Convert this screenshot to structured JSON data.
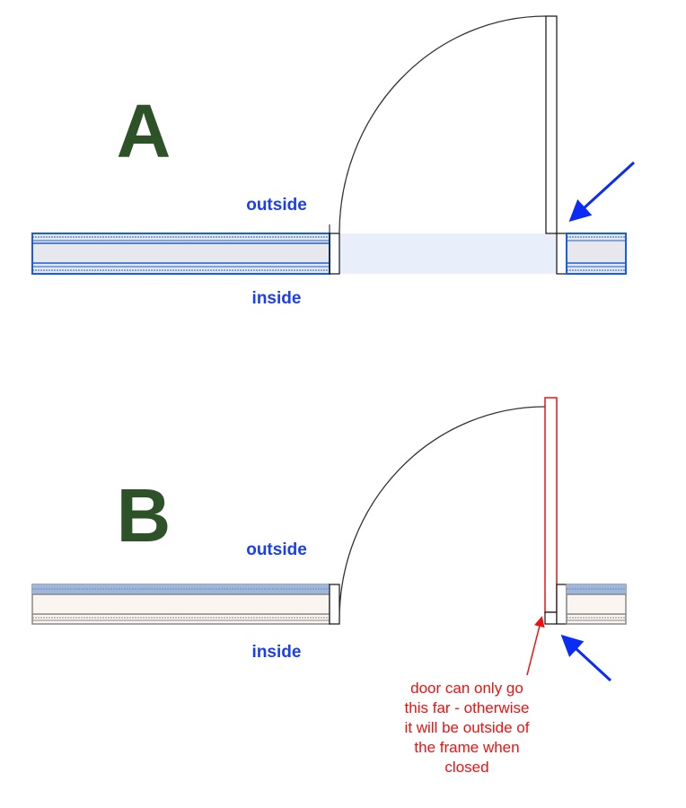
{
  "panel_a": {
    "letter": "A",
    "outside_label": "outside",
    "inside_label": "inside"
  },
  "panel_b": {
    "letter": "B",
    "outside_label": "outside",
    "inside_label": "inside"
  },
  "note": {
    "lines": [
      "door can only go",
      "this far - otherwise",
      "it will be outside of",
      "the frame when",
      "closed"
    ]
  },
  "colors": {
    "letter": "#2d5227",
    "label": "#1a3ff0",
    "note": "#ee1111",
    "wall_a": "#1a5fd6",
    "wall_b": "#888888"
  }
}
